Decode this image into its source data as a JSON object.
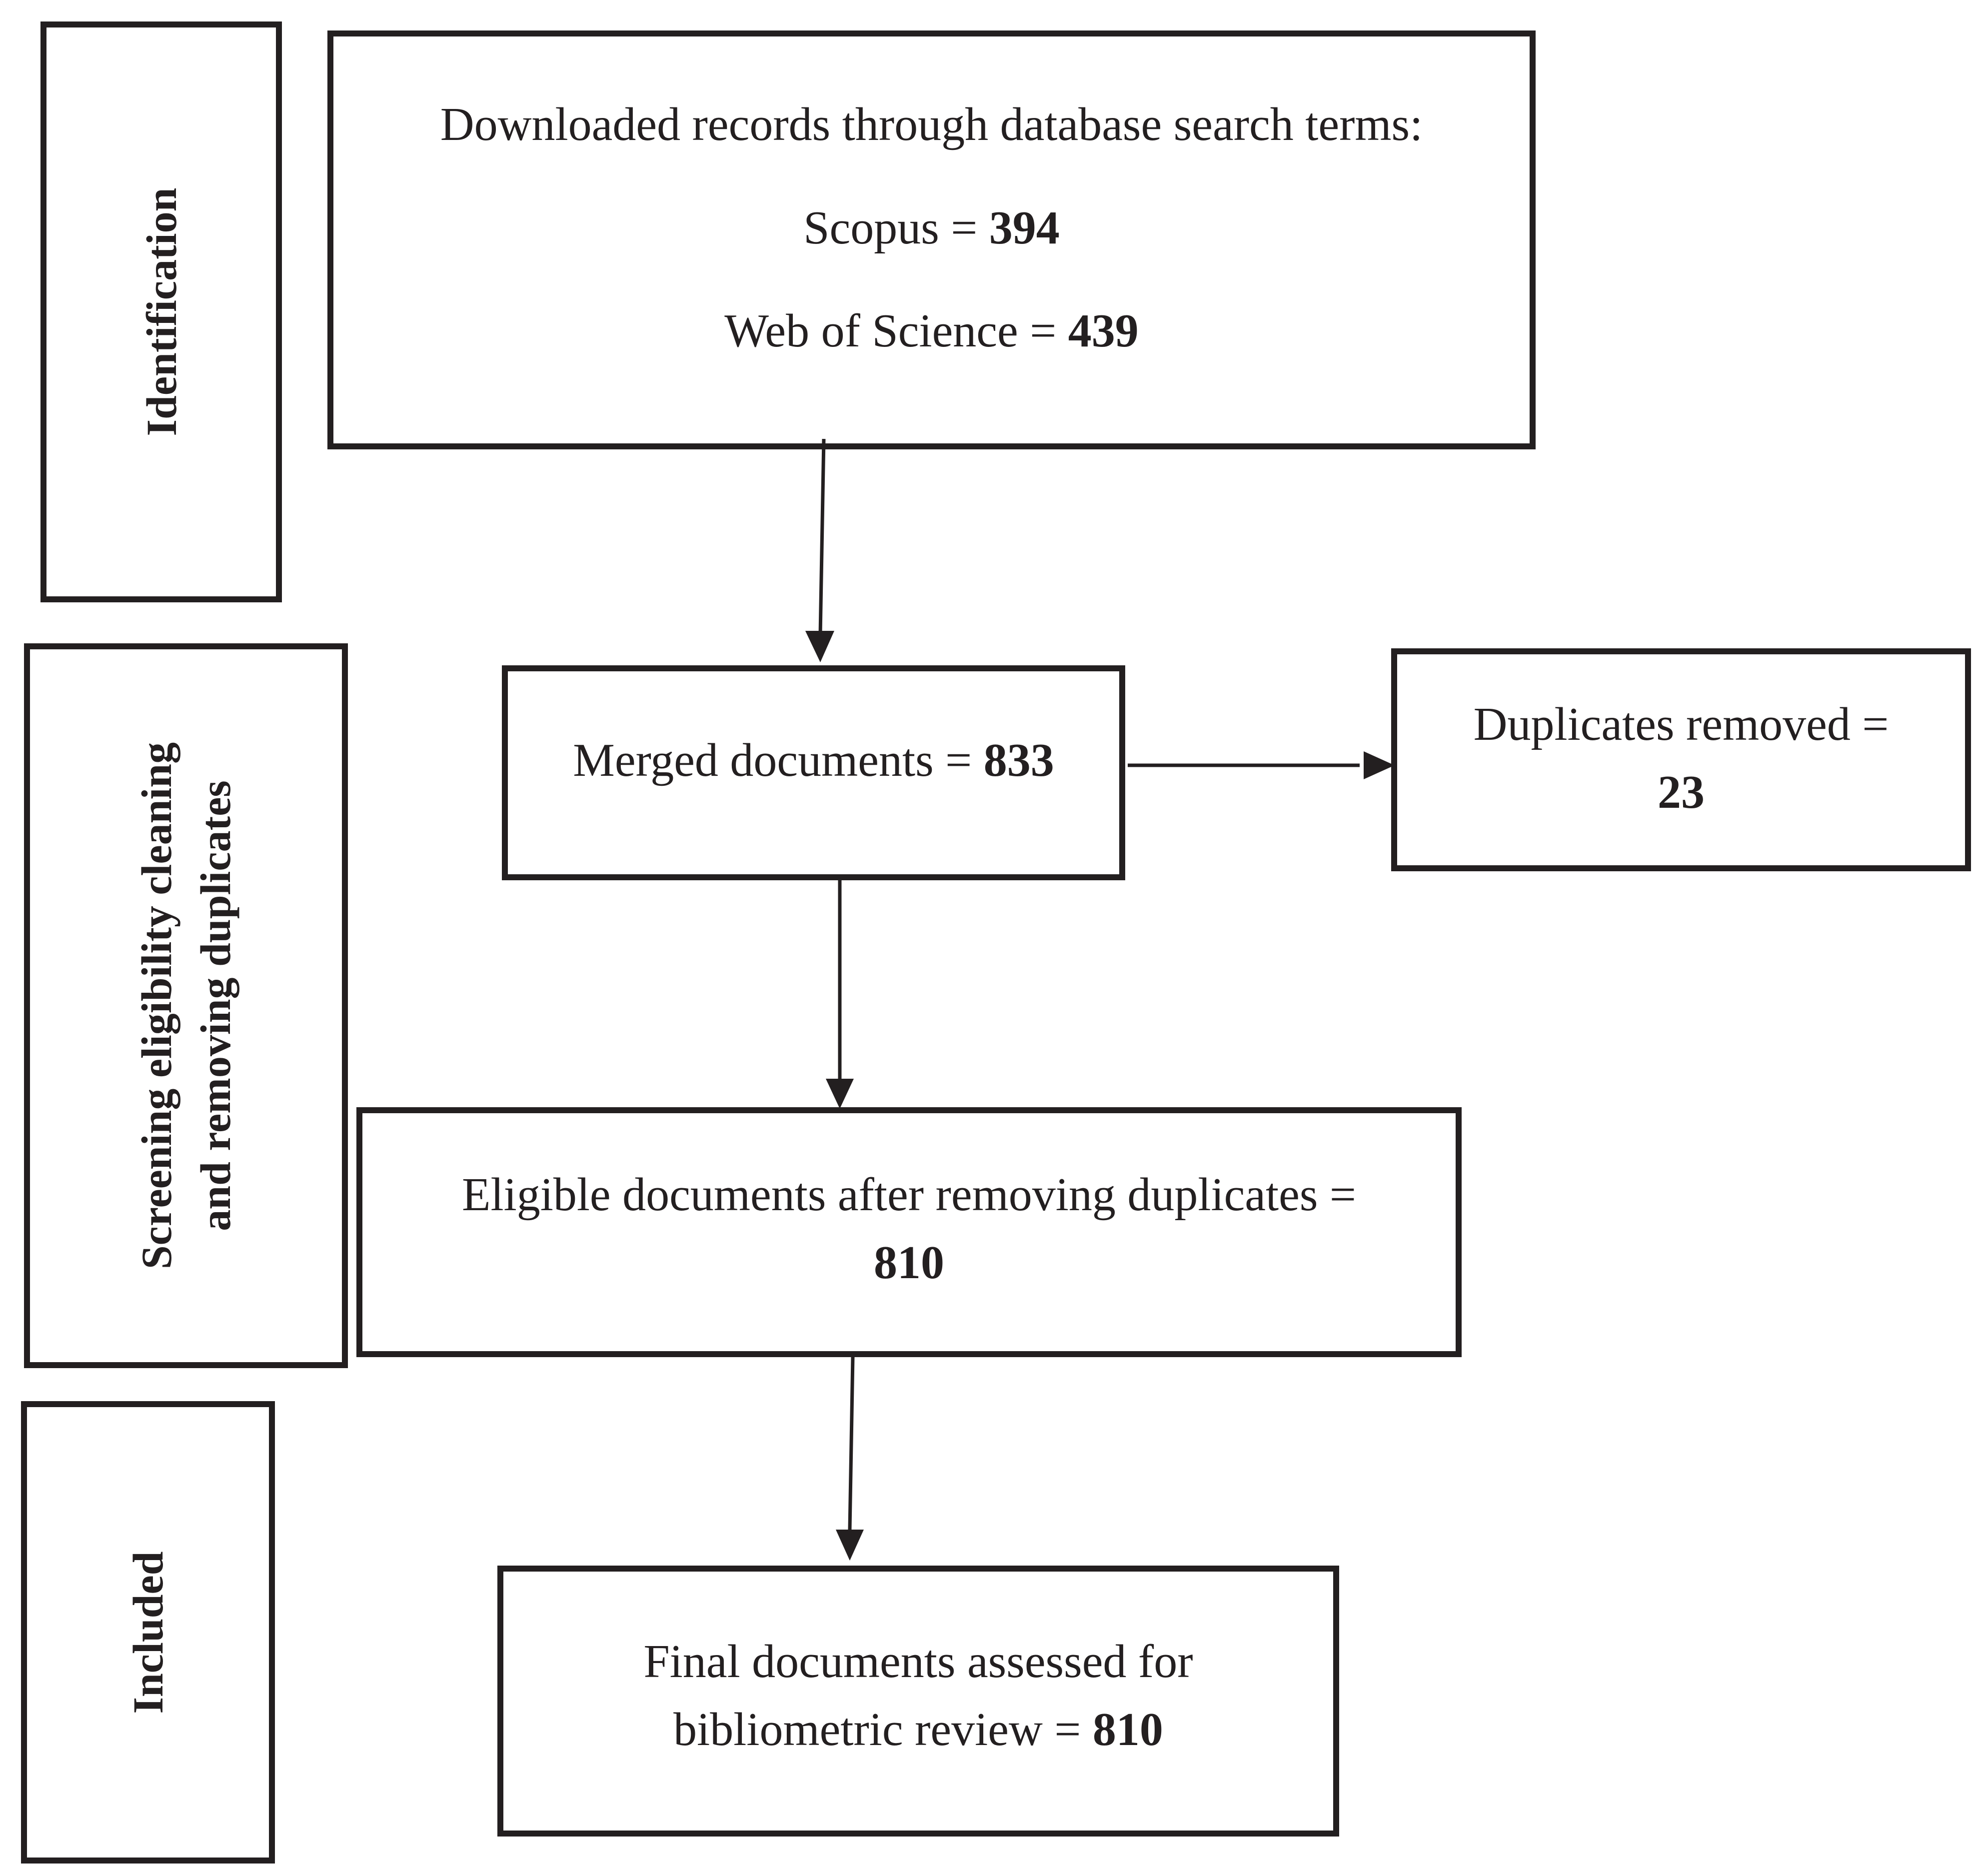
{
  "stages": {
    "identification": "Identification",
    "screening_line1": "Screening eligibility cleaning",
    "screening_line2": "and removing duplicates",
    "included": "Included"
  },
  "records_box": {
    "heading": "Downloaded records through database search terms:",
    "scopus_label": "Scopus = ",
    "scopus_count": "394",
    "wos_label": "Web of Science = ",
    "wos_count": "439"
  },
  "merged_box": {
    "label": "Merged documents = ",
    "count": "833"
  },
  "duplicates_box": {
    "label": "Duplicates removed =",
    "count": "23"
  },
  "eligible_box": {
    "label": "Eligible documents after removing duplicates =",
    "count": "810"
  },
  "final_box": {
    "line1": "Final documents assessed for",
    "line2_label": "bibliometric review = ",
    "count": "810"
  },
  "colors": {
    "stroke": "#231f20",
    "background": "#ffffff"
  }
}
